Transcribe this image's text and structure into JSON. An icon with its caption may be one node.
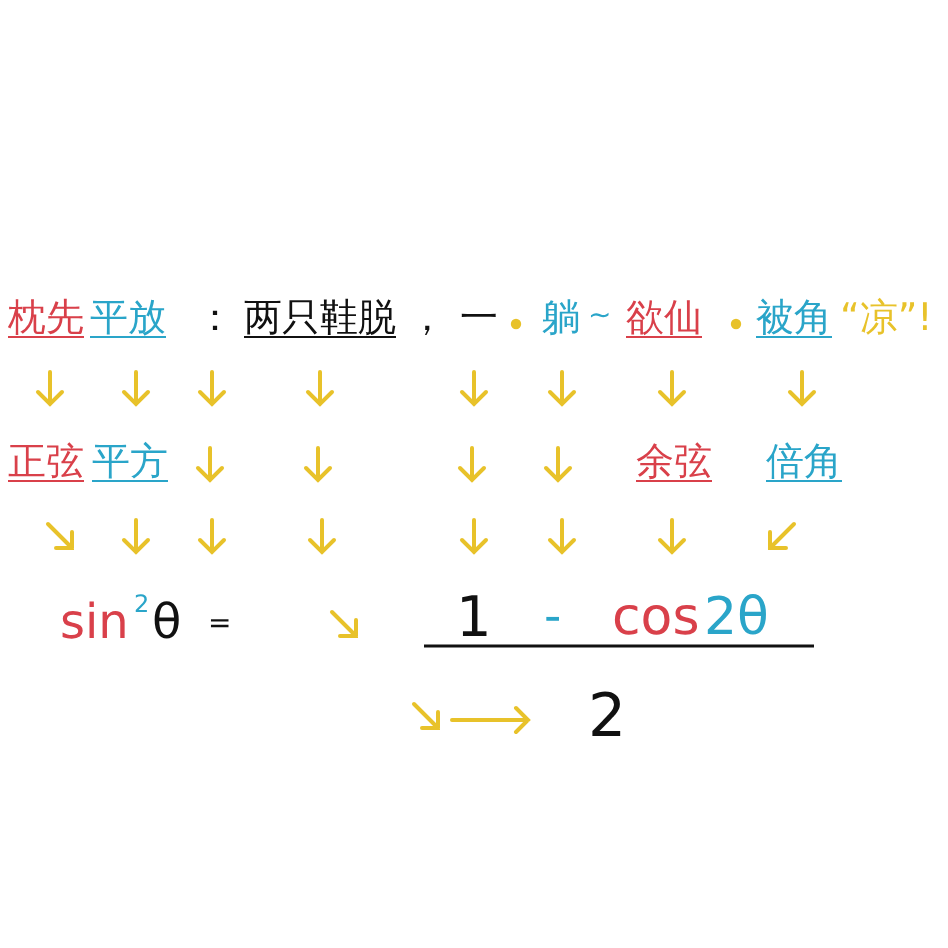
{
  "diagram": {
    "labels": [
      "枕先",
      "平放",
      "：",
      "两只鞋脱",
      "，",
      "一",
      "躺",
      "~",
      "欲仙",
      "被角",
      "“凉”!",
      "正弦",
      "平方",
      "余弦",
      "倍角",
      "sin",
      "2",
      "θ",
      "=",
      "1",
      "-",
      "cos",
      "2θ",
      "2"
    ]
  }
}
